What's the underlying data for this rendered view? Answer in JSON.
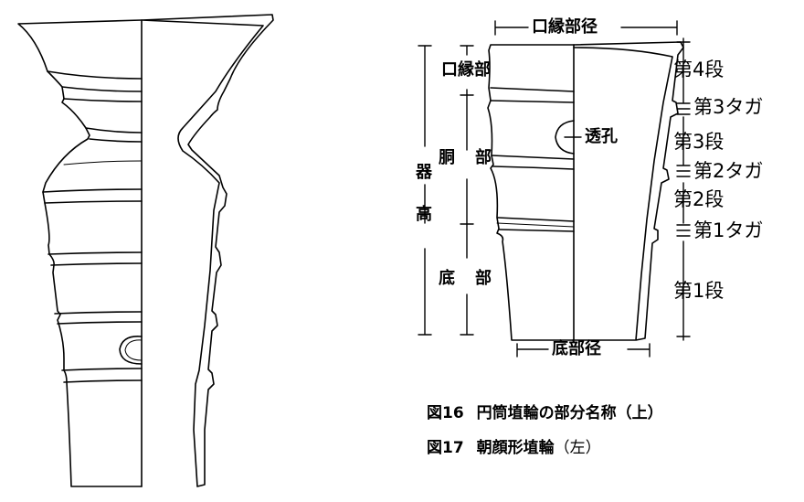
{
  "labels": {
    "rim_diameter": "口縁部径",
    "rim": "口縁部",
    "vessel_height": "器高",
    "body": "胴　部",
    "base": "底　部",
    "hole": "透孔",
    "base_diameter": "底部径"
  },
  "tiers": [
    {
      "name": "第4段"
    },
    {
      "name": "第3タガ"
    },
    {
      "name": "第3段"
    },
    {
      "name": "第2タガ"
    },
    {
      "name": "第2段"
    },
    {
      "name": "第1タガ"
    },
    {
      "name": "第1段"
    }
  ],
  "captions": [
    {
      "num": "図16",
      "text": "円筒埴輪の部分名称（上）"
    },
    {
      "num": "図17",
      "text": "朝顔形埴輪",
      "suffix": "（左）"
    }
  ]
}
